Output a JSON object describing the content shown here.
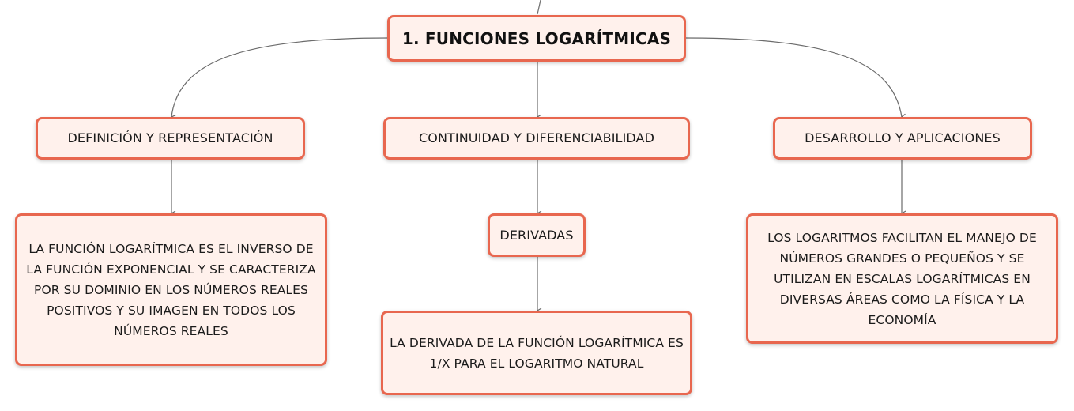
{
  "map": {
    "root": {
      "label": "1. FUNCIONES LOGARÍTMICAS"
    },
    "branches": [
      {
        "label": "DEFINICIÓN Y REPRESENTACIÓN",
        "child": "LA FUNCIÓN LOGARÍTMICA ES EL INVERSO DE LA FUNCIÓN EXPONENCIAL Y SE CARACTERIZA POR SU DOMINIO EN LOS NÚMEROS REALES POSITIVOS Y SU IMAGEN EN TODOS LOS NÚMEROS REALES"
      },
      {
        "label": "CONTINUIDAD Y DIFERENCIABILIDAD",
        "child": "DERIVADAS",
        "grandchild": "LA DERIVADA DE LA FUNCIÓN LOGARÍTMICA ES 1/X PARA EL LOGARITMO NATURAL"
      },
      {
        "label": "DESARROLLO Y APLICACIONES",
        "child": "LOS LOGARITMOS FACILITAN EL MANEJO DE NÚMEROS GRANDES O PEQUEÑOS Y SE UTILIZAN EN ESCALAS LOGARÍTMICAS EN DIVERSAS ÁREAS COMO LA FÍSICA Y LA ECONOMÍA"
      }
    ]
  },
  "colors": {
    "node_border": "#e8674f",
    "node_fill": "#fff1ec",
    "connector": "#6b6b6b"
  }
}
